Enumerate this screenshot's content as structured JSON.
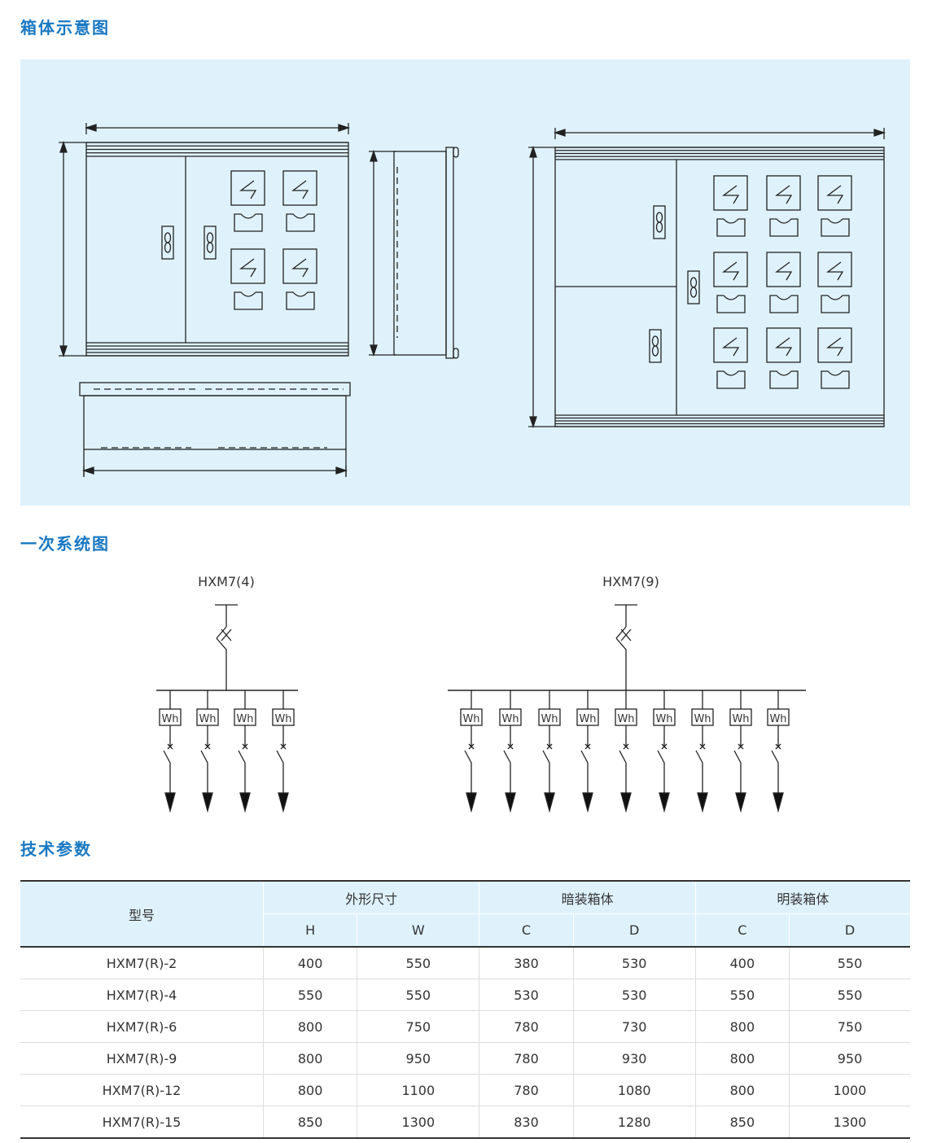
{
  "headings": {
    "box": "箱体示意图",
    "system": "一次系统图",
    "params": "技术参数"
  },
  "diagrams": [
    {
      "title": "HXM7(4)",
      "feeders": 4
    },
    {
      "title": "HXM7(9)",
      "feeders": 9
    }
  ],
  "meter_label": "Wh",
  "table": {
    "model_header": "型号",
    "groups": [
      "外形尺寸",
      "暗装箱体",
      "明装箱体"
    ],
    "sub": [
      "H",
      "W",
      "C",
      "D",
      "C",
      "D"
    ],
    "rows": [
      [
        "HXM7(R)-2",
        "400",
        "550",
        "380",
        "530",
        "400",
        "550"
      ],
      [
        "HXM7(R)-4",
        "550",
        "550",
        "530",
        "530",
        "550",
        "550"
      ],
      [
        "HXM7(R)-6",
        "800",
        "750",
        "780",
        "730",
        "800",
        "750"
      ],
      [
        "HXM7(R)-9",
        "800",
        "950",
        "780",
        "930",
        "800",
        "950"
      ],
      [
        "HXM7(R)-12",
        "800",
        "1100",
        "780",
        "1080",
        "800",
        "1000"
      ],
      [
        "HXM7(R)-15",
        "850",
        "1300",
        "830",
        "1280",
        "850",
        "1300"
      ]
    ]
  }
}
